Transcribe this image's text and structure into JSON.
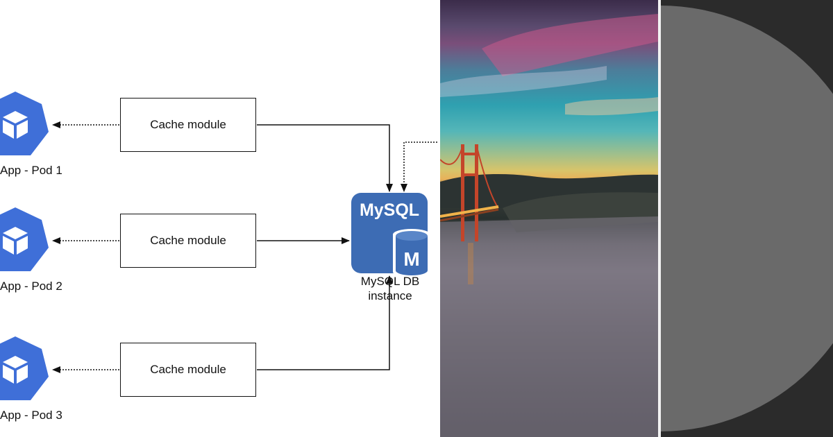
{
  "pods": [
    {
      "label": "App - Pod 1"
    },
    {
      "label": "App - Pod 2"
    },
    {
      "label": "App - Pod 3"
    }
  ],
  "modules": [
    {
      "label": "Cache module"
    },
    {
      "label": "Cache module"
    },
    {
      "label": "Cache module"
    }
  ],
  "database": {
    "logo_text": "MySQL",
    "badge_letter": "M",
    "label": "MySQL DB instance"
  },
  "icons": {
    "pod": "kubernetes-pod-icon",
    "database": "mysql-database-icon"
  },
  "colors": {
    "kubernetes_blue": "#3f6fd8",
    "mysql_blue": "#3d6cb4",
    "dark_panel": "#2b2b2b",
    "circle_grey": "#6a6a6a"
  }
}
